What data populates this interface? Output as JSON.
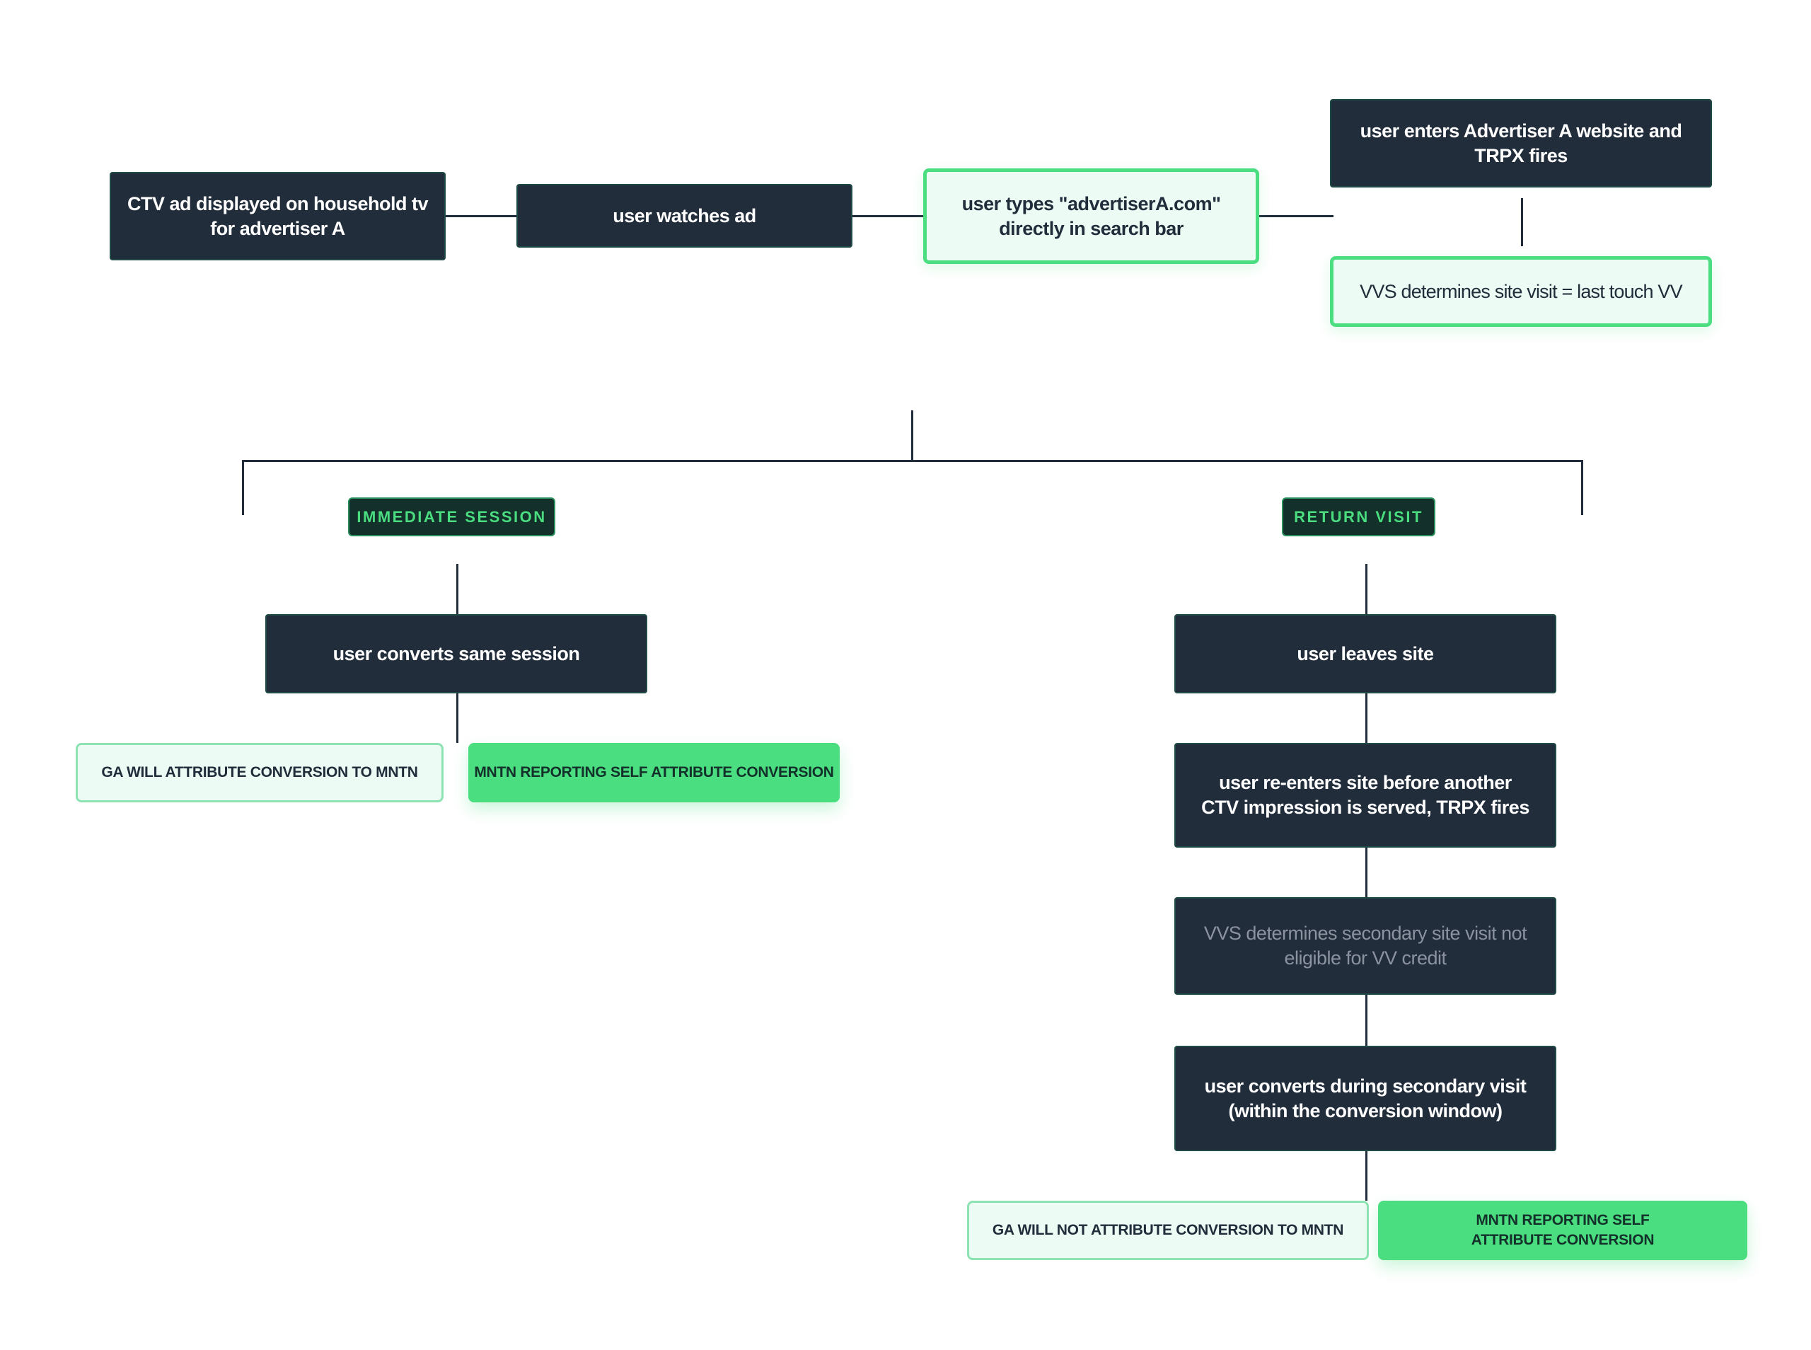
{
  "colors": {
    "dark_box": "#222d3b",
    "accent_green": "#4ade80",
    "light_fill": "#ecfbf3",
    "connector": "#222d3b"
  },
  "top_row": {
    "ctv_ad": "CTV ad displayed on household tv for advertiser A",
    "watches": "user watches ad",
    "types_url": "user types \"advertiserA.com\" directly in search bar",
    "enters_site": "user enters Advertiser A website and TRPX fires",
    "vvs_last_touch": "VVS determines site visit = last touch VV"
  },
  "branches": {
    "immediate": {
      "badge": "IMMEDIATE SESSION",
      "converts": "user converts same session",
      "ga_outcome": "GA WILL ATTRIBUTE CONVERSION TO MNTN",
      "mntn_outcome": "MNTN REPORTING SELF ATTRIBUTE CONVERSION"
    },
    "return": {
      "badge": "RETURN VISIT",
      "leaves": "user leaves site",
      "reenters": "user re-enters site before another CTV impression is served, TRPX fires",
      "vvs_secondary": "VVS determines secondary site visit not eligible for VV credit",
      "converts": "user converts during secondary visit (within the conversion window)",
      "ga_outcome": "GA WILL NOT ATTRIBUTE CONVERSION TO MNTN",
      "mntn_outcome": "MNTN REPORTING SELF ATTRIBUTE CONVERSION"
    }
  }
}
